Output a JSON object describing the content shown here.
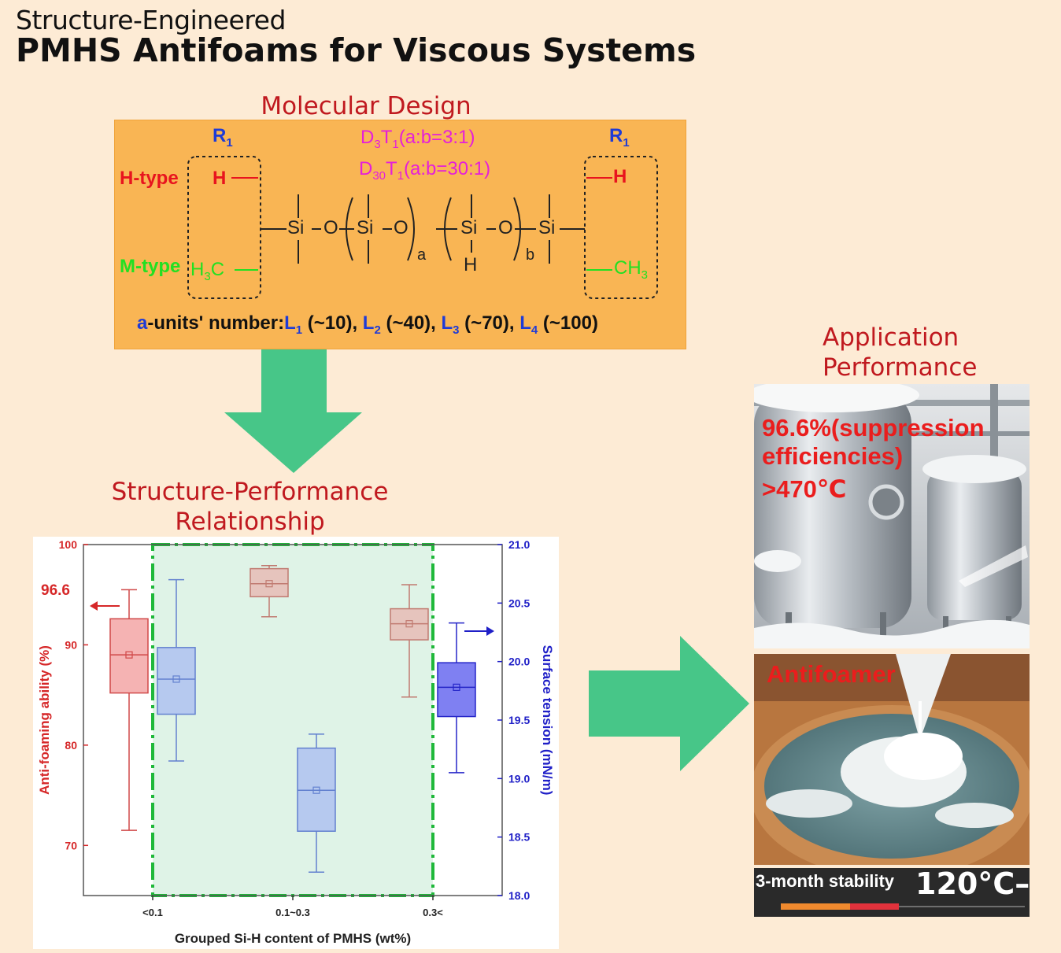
{
  "title": {
    "line1": "Structure-Engineered",
    "line2": "PMHS Antifoams for Viscous Systems"
  },
  "molecular_design": {
    "heading": "Molecular Design",
    "r1_left": "R",
    "r1_right": "R",
    "r_sub": "1",
    "h_type": "H-type",
    "m_type": "M-type",
    "h": "H",
    "h3c": "H",
    "h3c_sub": "3",
    "h3c_c": "C",
    "ch3": "CH",
    "ch3_sub": "3",
    "d3t1": {
      "d": "D",
      "d_sub": "3",
      "t": "T",
      "t_sub": "1",
      "ratio": "(a:b=3:1)"
    },
    "d30t1": {
      "d": "D",
      "d_sub": "30",
      "t": "T",
      "t_sub": "1",
      "ratio": "(a:b=30:1)"
    },
    "chain": {
      "si": "Si",
      "o": "O",
      "a": "a",
      "b": "b",
      "h": "H"
    },
    "units_line": {
      "a": "a",
      "prefix": "-units' number:",
      "items": [
        {
          "l": "L",
          "sub": "1",
          "v": " (~10), "
        },
        {
          "l": "L",
          "sub": "2",
          "v": " (~40), "
        },
        {
          "l": "L",
          "sub": "3",
          "v": " (~70), "
        },
        {
          "l": "L",
          "sub": "4",
          "v": " (~100)"
        }
      ]
    }
  },
  "spr": {
    "heading_line1": "Structure-Performance",
    "heading_line2": "Relationship"
  },
  "chart_data": {
    "type": "box",
    "xlabel": "Grouped Si-H content of PMHS (wt%)",
    "categories": [
      "<0.1",
      "0.1~0.3",
      "0.3<"
    ],
    "y_left": {
      "label": "Anti-foaming ability (%)",
      "range": [
        65,
        100
      ],
      "ticks": [
        70,
        80,
        90,
        100
      ],
      "color": "#d62728"
    },
    "y_right": {
      "label": "Surface tension (mN/m)",
      "range": [
        18.0,
        21.0
      ],
      "ticks": [
        18.0,
        18.5,
        19.0,
        19.5,
        20.0,
        20.5,
        21.0
      ],
      "color": "#1f1fc7"
    },
    "annotation": "96.6",
    "series": [
      {
        "name": "Anti-foaming ability (%)",
        "axis": "left",
        "boxes": [
          {
            "category": "<0.1",
            "min": 71.5,
            "q1": 85.2,
            "median": 89.0,
            "q3": 92.6,
            "max": 95.5,
            "mean": 89.0
          },
          {
            "category": "0.1~0.3",
            "min": 92.8,
            "q1": 94.8,
            "median": 96.1,
            "q3": 97.6,
            "max": 97.9,
            "mean": 96.1
          },
          {
            "category": "0.3<",
            "min": 84.8,
            "q1": 90.5,
            "median": 92.1,
            "q3": 93.6,
            "max": 96.0,
            "mean": 92.1
          }
        ]
      },
      {
        "name": "Surface tension (mN/m)",
        "axis": "right",
        "boxes": [
          {
            "category": "<0.1",
            "min": 19.15,
            "q1": 19.55,
            "median": 19.85,
            "q3": 20.12,
            "max": 20.7,
            "mean": 19.85
          },
          {
            "category": "0.1~0.3",
            "min": 18.2,
            "q1": 18.55,
            "median": 18.9,
            "q3": 19.26,
            "max": 19.38,
            "mean": 18.9
          },
          {
            "category": "0.3<",
            "min": 19.05,
            "q1": 19.53,
            "median": 19.78,
            "q3": 19.99,
            "max": 20.33,
            "mean": 19.78
          }
        ]
      }
    ]
  },
  "application": {
    "heading_line1": "Application",
    "heading_line2": "Performance",
    "photo1_text1": "96.6%(suppression",
    "photo1_text2": "efficiencies)",
    "photo1_text3": ">470℃",
    "photo2_text": "Antifoamer",
    "stability_label": "3-month stability",
    "stability_temp": "120°C–"
  },
  "colors": {
    "background": "#fdebd5",
    "molecule_box": "#f9b554",
    "arrow": "#47c688",
    "heading_red": "#c0191f",
    "r_blue": "#1f3bd6",
    "magenta": "#e51fd9",
    "h_red": "#e8141e",
    "m_green": "#22e022"
  }
}
